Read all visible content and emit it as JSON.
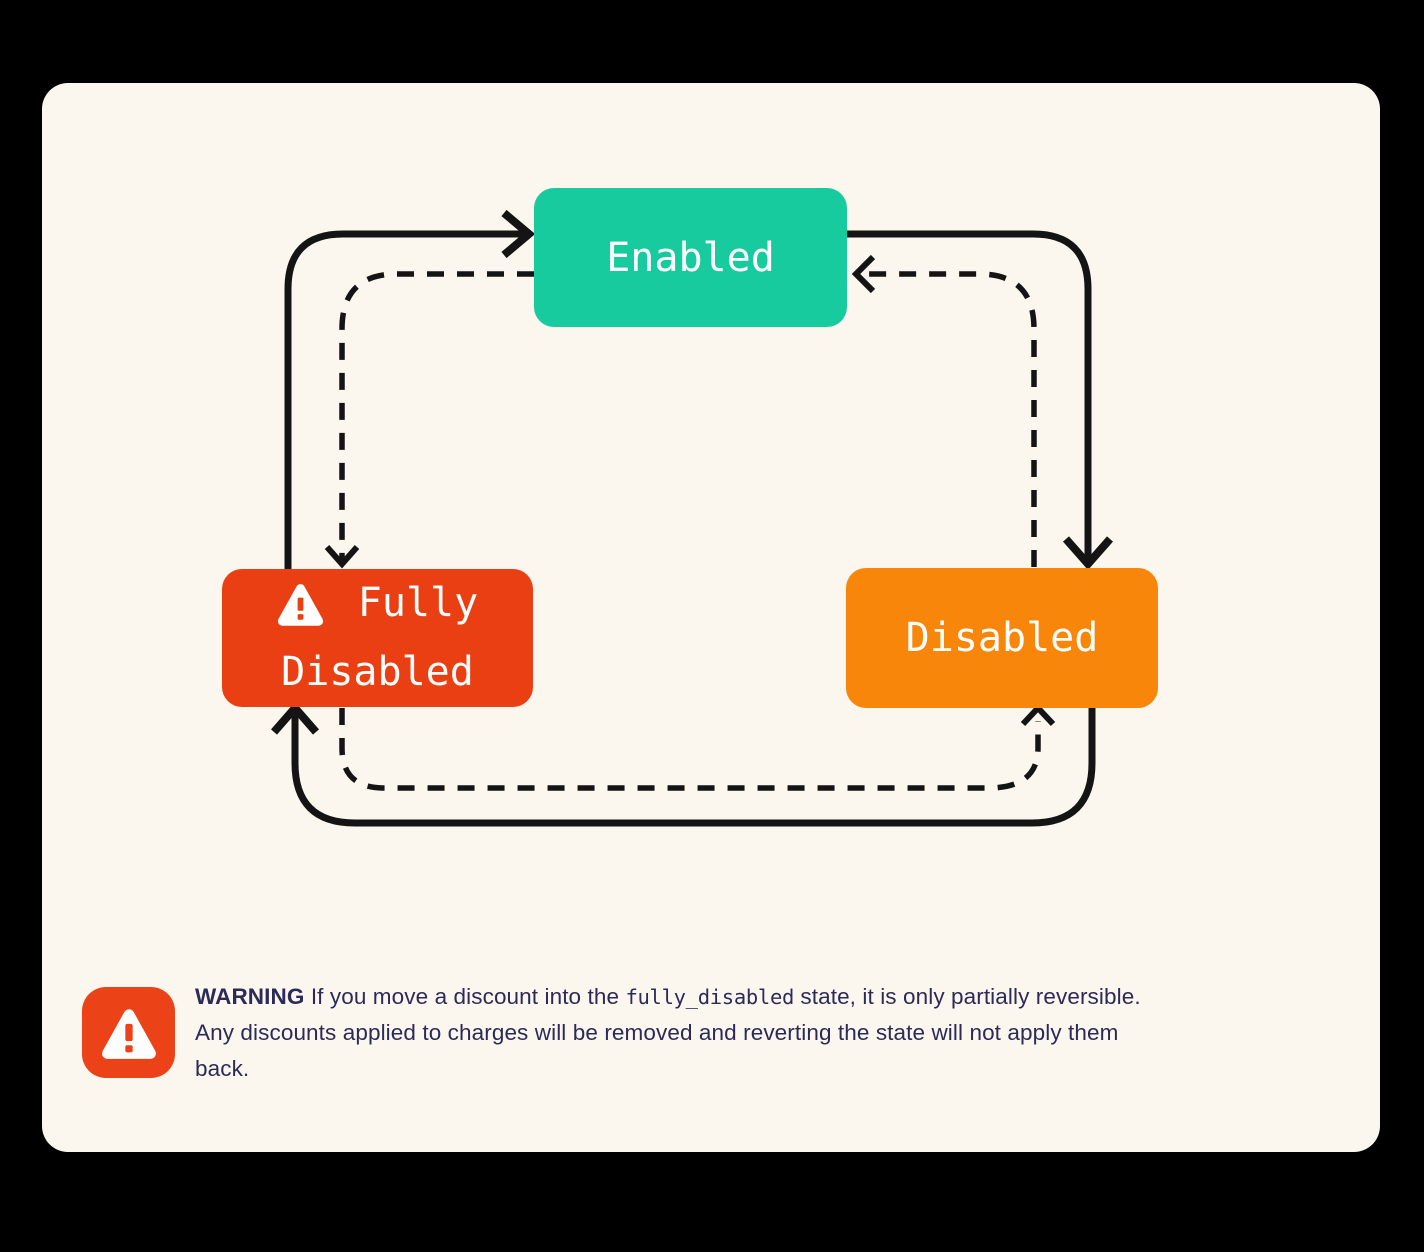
{
  "page": {
    "outer_background": "#000000",
    "card_background": "#FBF6EE",
    "arrow_color": "#141414",
    "text_color": "#2C2B58"
  },
  "diagram": {
    "type": "state-machine",
    "states": [
      {
        "id": "enabled",
        "label": "Enabled",
        "color": "#18CB9E",
        "text_color": "#FDFDFC"
      },
      {
        "id": "fully_disabled",
        "label_line1": "Fully",
        "label_line2": "Disabled",
        "color": "#EA3E13",
        "text_color": "#FDFDFC",
        "icon": "warning-triangle-icon"
      },
      {
        "id": "disabled",
        "label": "Disabled",
        "color": "#F8860A",
        "text_color": "#FDFDFC"
      }
    ],
    "transitions": [
      {
        "from": "fully_disabled",
        "to": "enabled",
        "style": "solid"
      },
      {
        "from": "enabled",
        "to": "disabled",
        "style": "solid"
      },
      {
        "from": "disabled",
        "to": "fully_disabled",
        "style": "solid"
      },
      {
        "from": "enabled",
        "to": "fully_disabled",
        "style": "dashed"
      },
      {
        "from": "disabled",
        "to": "enabled",
        "style": "dashed"
      },
      {
        "from": "fully_disabled",
        "to": "disabled",
        "style": "dashed"
      }
    ]
  },
  "warning": {
    "icon": "warning-triangle-icon",
    "icon_color": "#EB4217",
    "label": "WARNING",
    "line1_before_code": "If you move a discount into the",
    "code": "fully_disabled",
    "line1_after_code": "state, it is only partially reversible.",
    "line2": "Any discounts applied to charges will be removed and reverting the state will not apply them",
    "line3": "back."
  }
}
